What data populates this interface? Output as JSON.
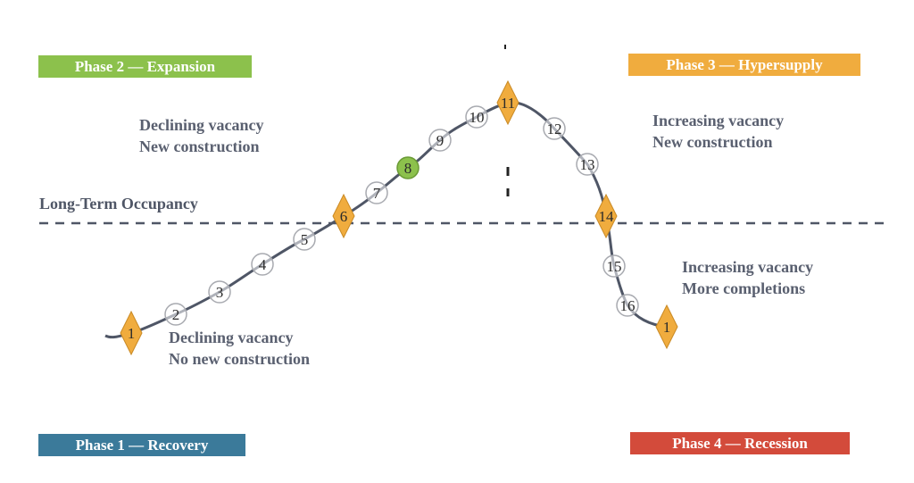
{
  "phases": {
    "p1": {
      "label": "Phase 1 — Recovery",
      "color": "#3b7a9a"
    },
    "p2": {
      "label": "Phase 2 — Expansion",
      "color": "#8cc14c"
    },
    "p3": {
      "label": "Phase 3 — Hypersupply",
      "color": "#f0ac3e"
    },
    "p4": {
      "label": "Phase 4 — Recession",
      "color": "#d34b3b"
    }
  },
  "notes": {
    "expansion": [
      "Declining vacancy",
      "New construction"
    ],
    "hypersupply": [
      "Increasing vacancy",
      "New construction"
    ],
    "recession": [
      "Increasing vacancy",
      "More completions"
    ],
    "recovery": [
      "Declining vacancy",
      "No new construction"
    ]
  },
  "long_term_label": "Long-Term Occupancy",
  "points": [
    {
      "label": "1",
      "kind": "diamond"
    },
    {
      "label": "2",
      "kind": "circle"
    },
    {
      "label": "3",
      "kind": "circle"
    },
    {
      "label": "4",
      "kind": "circle"
    },
    {
      "label": "5",
      "kind": "circle"
    },
    {
      "label": "6",
      "kind": "diamond"
    },
    {
      "label": "7",
      "kind": "circle"
    },
    {
      "label": "8",
      "kind": "circle-green"
    },
    {
      "label": "9",
      "kind": "circle"
    },
    {
      "label": "10",
      "kind": "circle"
    },
    {
      "label": "11",
      "kind": "diamond"
    },
    {
      "label": "12",
      "kind": "circle"
    },
    {
      "label": "13",
      "kind": "circle"
    },
    {
      "label": "14",
      "kind": "diamond"
    },
    {
      "label": "15",
      "kind": "circle"
    },
    {
      "label": "16",
      "kind": "circle"
    },
    {
      "label": "1",
      "kind": "diamond"
    }
  ],
  "colors": {
    "curve": "#4f5666",
    "diamond": "#f0ac3e",
    "green": "#8cc14c",
    "circle_stroke": "#a8aab0"
  }
}
